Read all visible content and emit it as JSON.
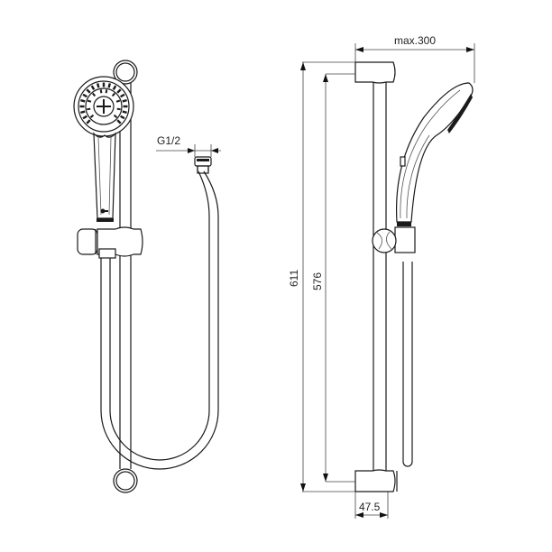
{
  "drawing": {
    "views": [
      "front-view",
      "side-view"
    ],
    "labels": {
      "connection_thread": "G1/2",
      "max_projection": "max.300",
      "overall_height": "611",
      "center_distance": "576",
      "wall_depth": "47.5"
    },
    "colors": {
      "line": "#1a1a1a",
      "dimension": "#444444",
      "background": "#ffffff"
    }
  }
}
